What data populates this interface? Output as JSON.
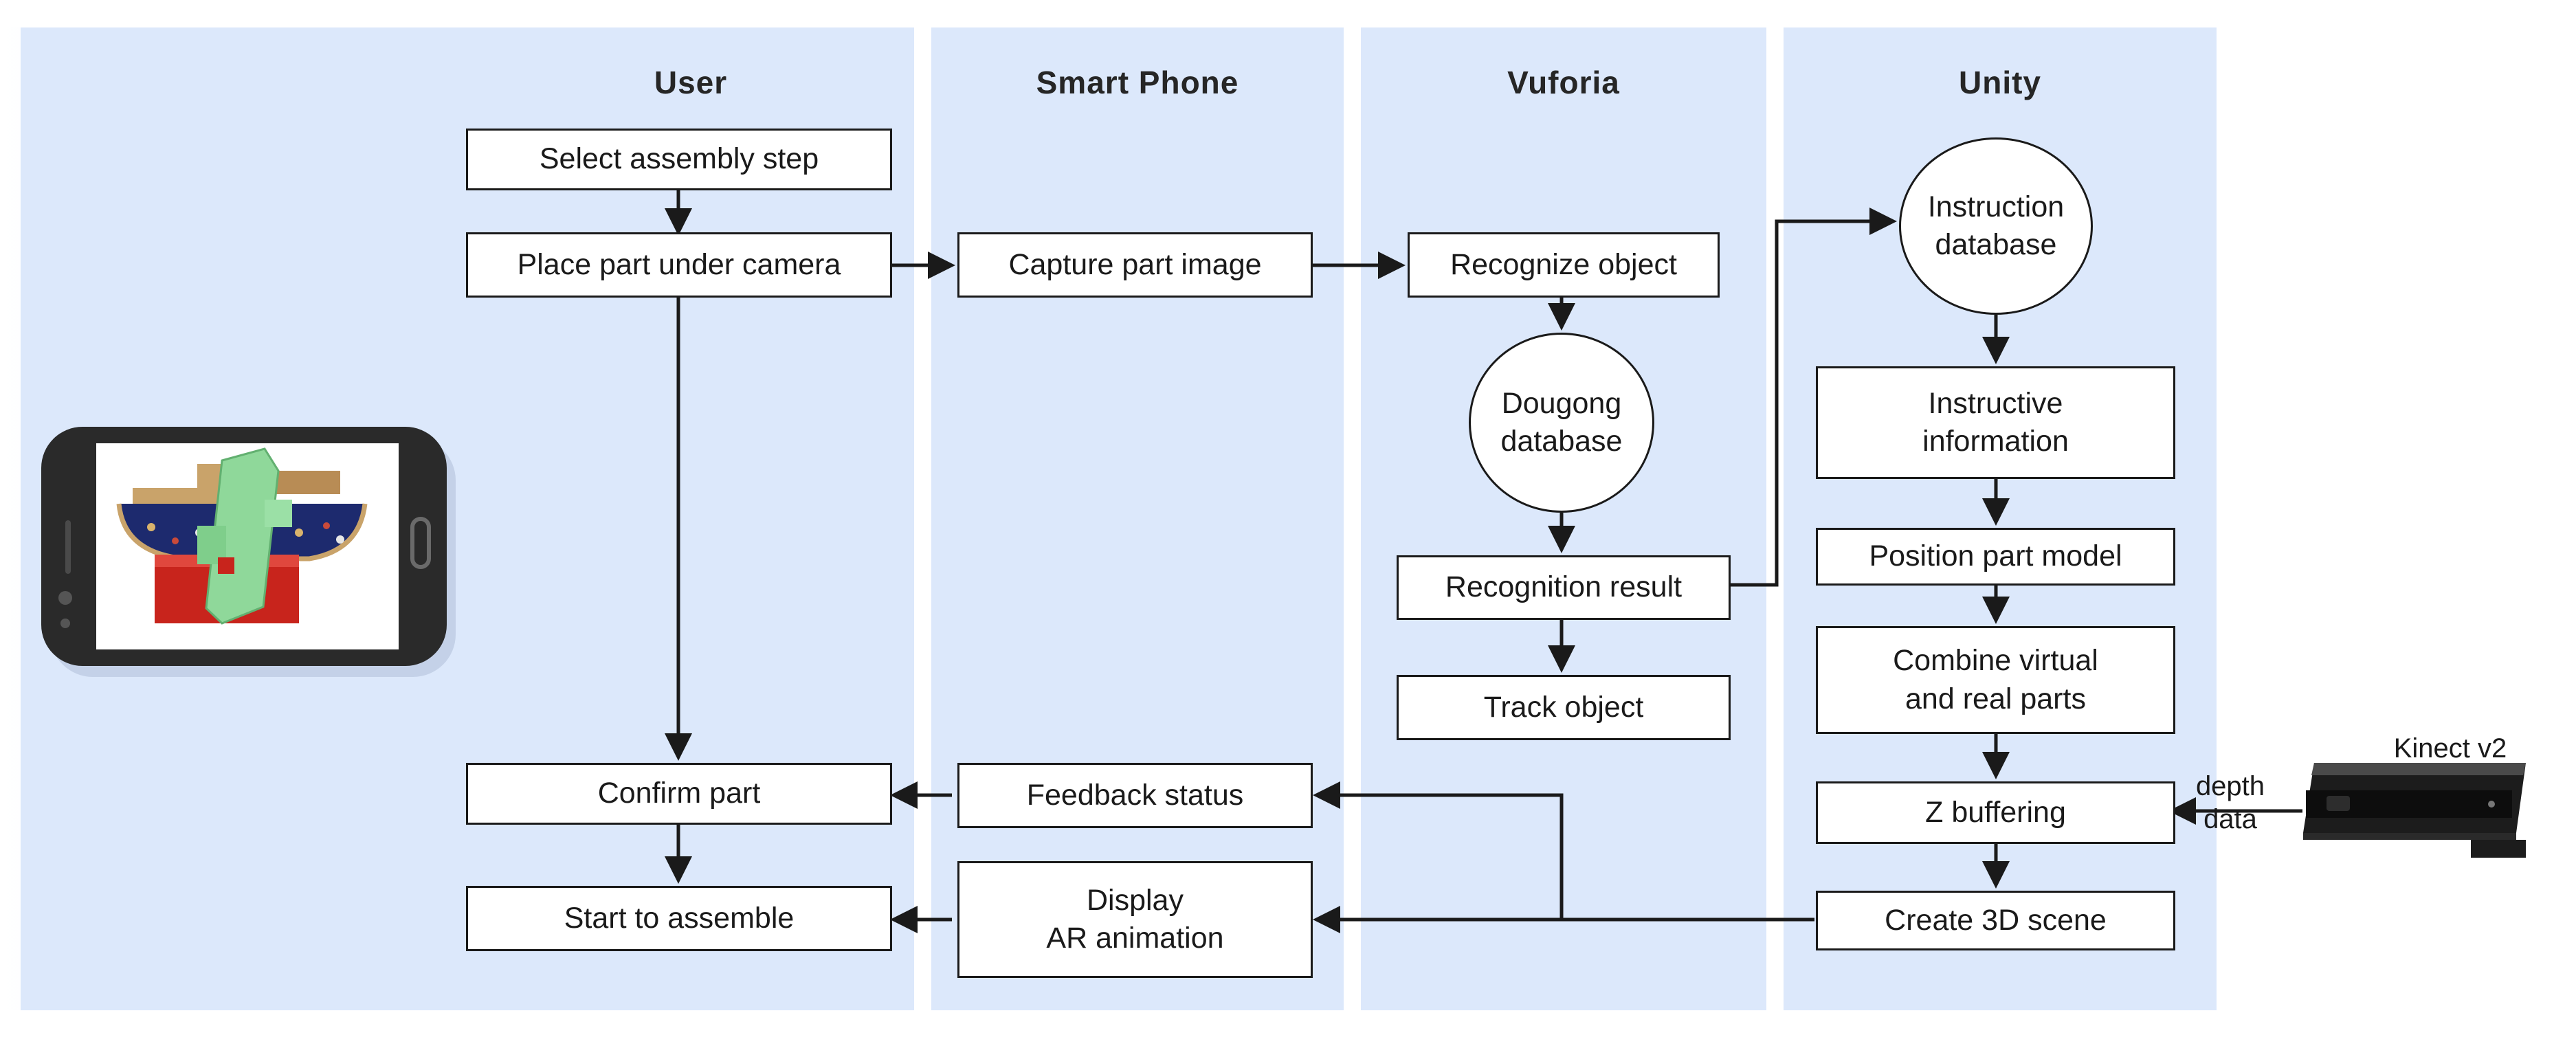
{
  "lanes": [
    {
      "title": "User"
    },
    {
      "title": "Smart Phone"
    },
    {
      "title": "Vuforia"
    },
    {
      "title": "Unity"
    }
  ],
  "nodes": {
    "select_assembly_step": "Select assembly step",
    "place_part_under_camera": "Place part under camera",
    "confirm_part": "Confirm part",
    "start_to_assemble": "Start to assemble",
    "capture_part_image": "Capture part image",
    "feedback_status": "Feedback status",
    "display_ar_animation": "Display\nAR animation",
    "recognize_object": "Recognize object",
    "dougong_database": "Dougong\ndatabase",
    "recognition_result": "Recognition result",
    "track_object": "Track object",
    "instruction_database": "Instruction\ndatabase",
    "instructive_information": "Instructive\ninformation",
    "position_part_model": "Position part model",
    "combine_virtual_and_real_parts": "Combine virtual\nand real parts",
    "z_buffering": "Z buffering",
    "create_3d_scene": "Create 3D scene"
  },
  "labels": {
    "kinect": "Kinect v2",
    "depth_data": "depth\ndata"
  },
  "icons": {
    "phone": "smartphone-icon",
    "kinect": "kinect-sensor-icon",
    "model": "dougong-model-image"
  },
  "colors": {
    "lane_fill": "#dce8fb",
    "box_fill": "#ffffff",
    "line": "#1a1a1a",
    "phone_body": "#2a2a2a",
    "model_green": "#8fd89a",
    "model_red": "#c8241c",
    "model_wood": "#c9a36a",
    "model_pattern": "#1d2a6e"
  }
}
